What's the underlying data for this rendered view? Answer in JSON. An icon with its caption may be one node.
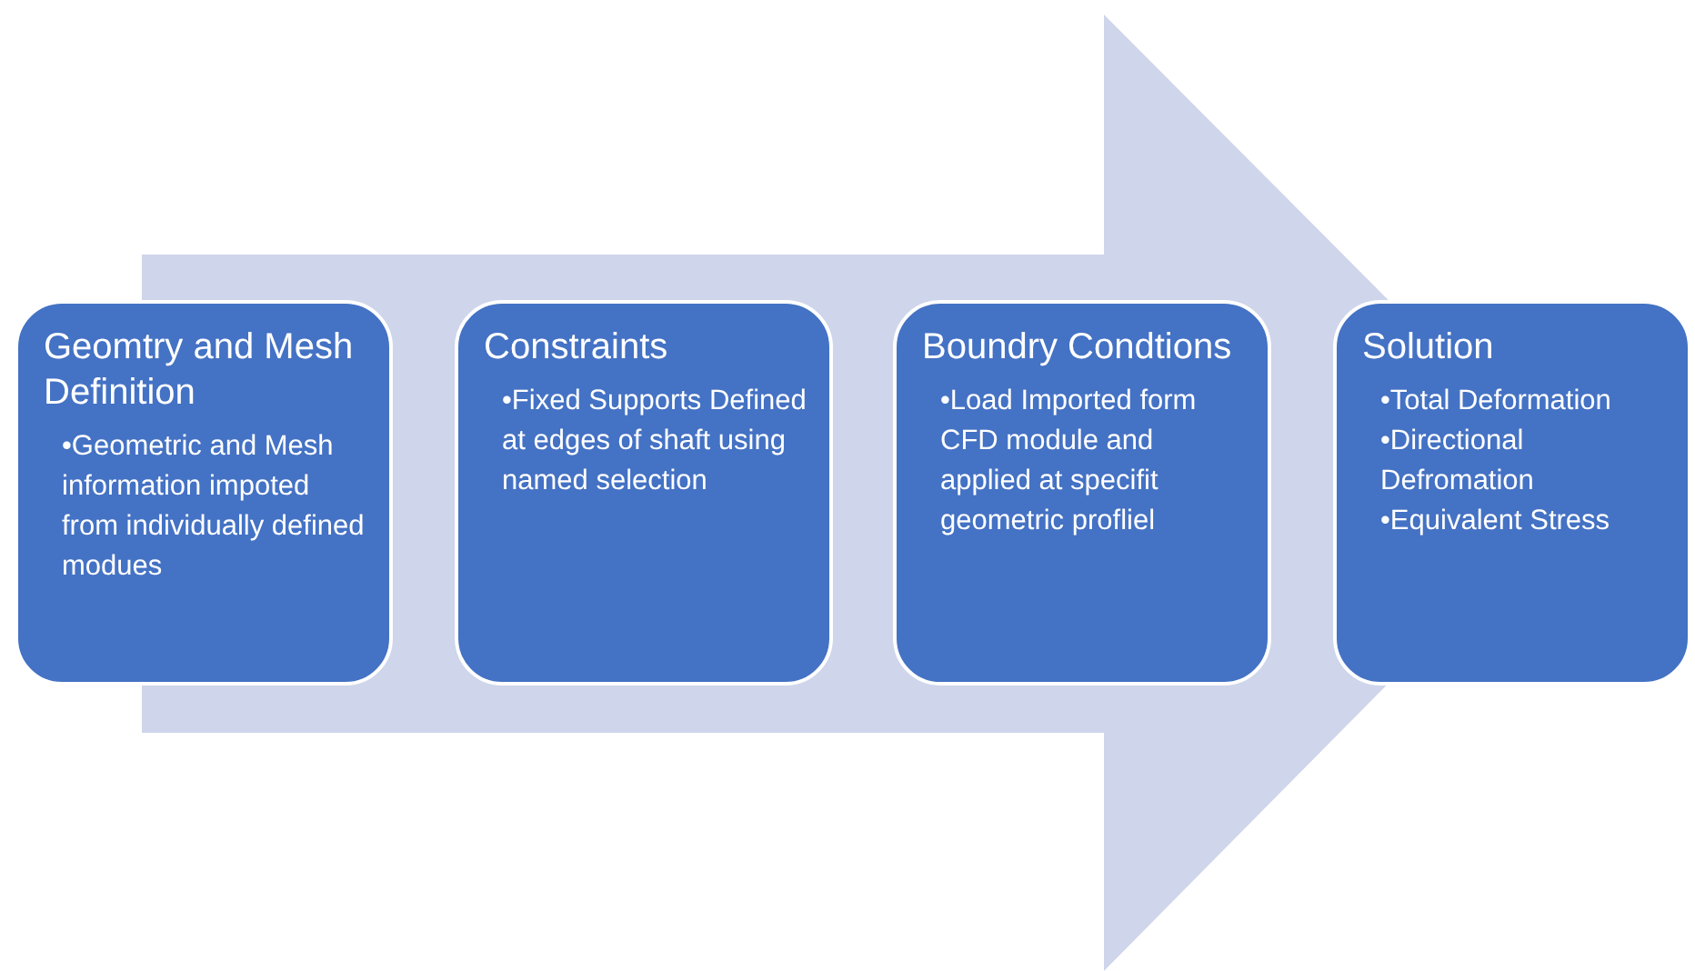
{
  "diagram": {
    "nodes": [
      {
        "text": [
          "Geomtry and Mesh Definition",
          "•Geometric and Mesh information impoted from individually defined modues"
        ]
      },
      {
        "text": [
          "Constraints",
          "•Fixed Supports Defined at edges of shaft using named selection"
        ]
      },
      {
        "text": [
          "Boundry Condtions",
          "•Load Imported form CFD module and applied at specifit geometric profliel"
        ]
      },
      {
        "text": [
          "Solution",
          "•Total Deformation",
          "•Directional Defromation",
          "•Equivalent Stress"
        ]
      }
    ],
    "edges": [
      {
        "from": 0,
        "to": 3,
        "arrow": "to"
      }
    ]
  }
}
